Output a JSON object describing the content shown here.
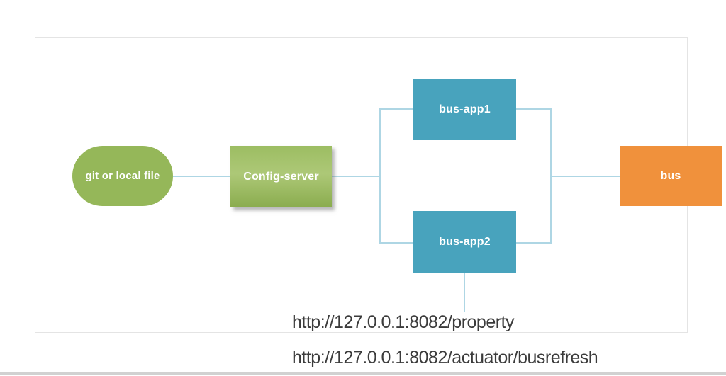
{
  "diagram": {
    "nodes": {
      "git": {
        "label": "git or local file",
        "shape": "stadium",
        "color": "#95b759"
      },
      "config": {
        "label": "Config-server",
        "shape": "rect",
        "color": "#9cbd62"
      },
      "busapp1": {
        "label": "bus-app1",
        "shape": "rect",
        "color": "#48a3bd"
      },
      "busapp2": {
        "label": "bus-app2",
        "shape": "rect",
        "color": "#48a3bd"
      },
      "bus": {
        "label": "bus",
        "shape": "rect",
        "color": "#f0913c"
      }
    },
    "edges": [
      {
        "from": "git",
        "to": "config"
      },
      {
        "from": "config",
        "to": "busapp1"
      },
      {
        "from": "config",
        "to": "busapp2"
      },
      {
        "from": "busapp1",
        "to": "bus"
      },
      {
        "from": "busapp2",
        "to": "bus"
      },
      {
        "from": "busapp2",
        "to": "annotation"
      }
    ],
    "annotations": {
      "url_property": "http://127.0.0.1:8082/property",
      "url_busrefresh": "http://127.0.0.1:8082/actuator/busrefresh"
    },
    "colors": {
      "connector": "#aed6e4",
      "canvas_border": "#e4e4e4",
      "node_text": "#ffffff",
      "annotation_text": "#3b3b3b",
      "bottom_bar": "#d1d1d1"
    }
  }
}
